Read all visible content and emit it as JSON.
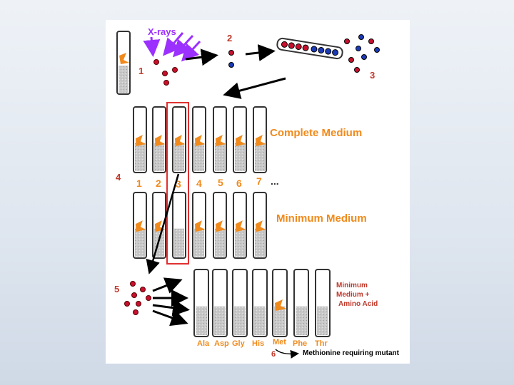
{
  "steps": {
    "s1": "1",
    "s2": "2",
    "s3": "3",
    "s4": "4",
    "s5": "5",
    "s6": "6"
  },
  "xrays_label": "X-rays",
  "tube_numbers": [
    "1",
    "2",
    "3",
    "4",
    "5",
    "6",
    "7",
    "..."
  ],
  "complete_medium": "Complete Medium",
  "minimum_medium": "Minimum Medium",
  "min_aa_lines": [
    "Minimum",
    "Medium +",
    "Amino Acid"
  ],
  "amino_acids": [
    "Ala",
    "Asp",
    "Gly",
    "His",
    "Met",
    "Phe",
    "Thr"
  ],
  "mutant_label": "Methionine requiring mutant",
  "colors": {
    "orange": "#f08a1c",
    "red_text": "#c0392b",
    "purple": "#9b30ff",
    "highlight_box": "#e03030",
    "red_dot": "#c8102e",
    "blue_dot": "#1a3ab8"
  }
}
